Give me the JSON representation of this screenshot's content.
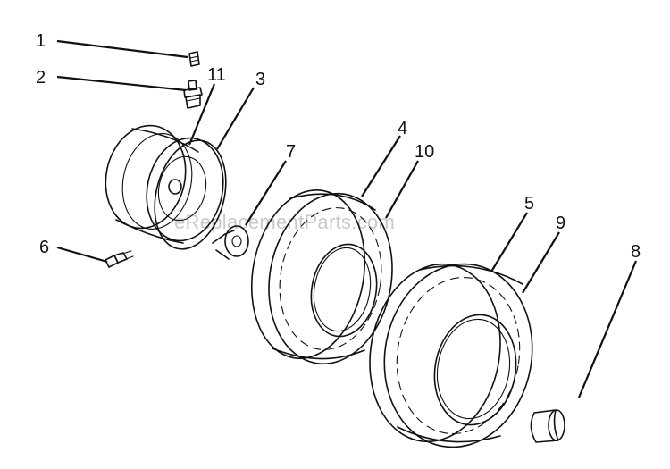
{
  "diagram": {
    "watermark": "eReplacementParts.com",
    "callouts": [
      {
        "id": "1",
        "label": "1"
      },
      {
        "id": "2",
        "label": "2"
      },
      {
        "id": "3",
        "label": "3"
      },
      {
        "id": "4",
        "label": "4"
      },
      {
        "id": "5",
        "label": "5"
      },
      {
        "id": "6",
        "label": "6"
      },
      {
        "id": "7",
        "label": "7"
      },
      {
        "id": "8",
        "label": "8"
      },
      {
        "id": "9",
        "label": "9"
      },
      {
        "id": "10",
        "label": "10"
      },
      {
        "id": "11",
        "label": "11"
      }
    ]
  }
}
